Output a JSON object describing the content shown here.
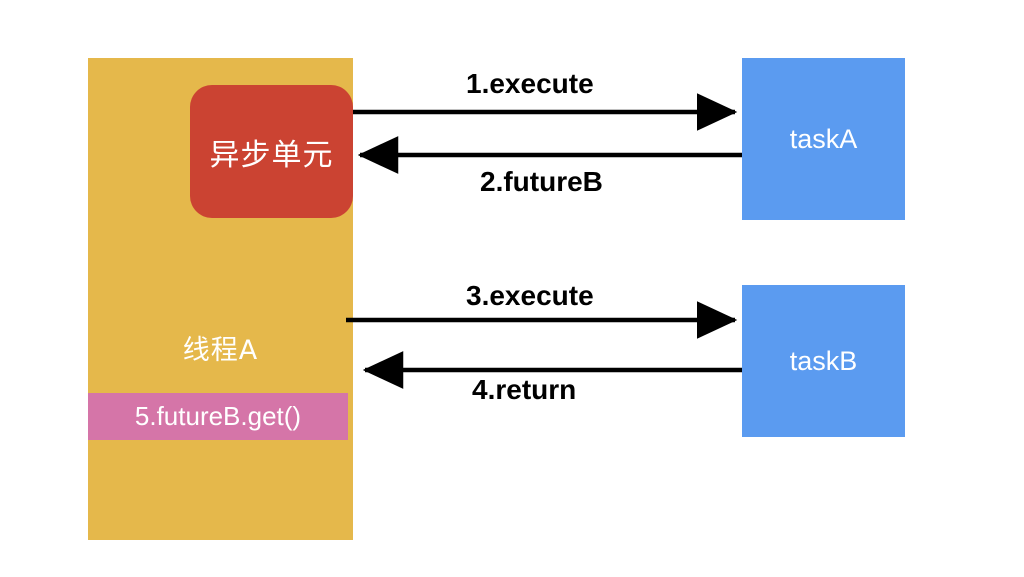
{
  "diagram": {
    "title": "async-future-sequence-diagram",
    "background": "#FFFFFF",
    "thread": {
      "label": "线程A",
      "color": "#E5B84B"
    },
    "async_unit": {
      "label": "异步单元",
      "color": "#CB4332",
      "text_color": "#FFFFFF"
    },
    "future_get": {
      "label": "5.futureB.get()",
      "color": "#D575A8",
      "text_color": "#FFFFFF"
    },
    "tasks": [
      {
        "label": "taskA",
        "color": "#5B9BF0",
        "text_color": "#FFFFFF"
      },
      {
        "label": "taskB",
        "color": "#5B9BF0",
        "text_color": "#FFFFFF"
      }
    ],
    "arrows": [
      {
        "label": "1.execute",
        "direction": "right",
        "from": "async-unit",
        "to": "taskA"
      },
      {
        "label": "2.futureB",
        "direction": "left",
        "from": "taskA",
        "to": "async-unit"
      },
      {
        "label": "3.execute",
        "direction": "right",
        "from": "thread-a",
        "to": "taskB"
      },
      {
        "label": "4.return",
        "direction": "left",
        "from": "taskB",
        "to": "thread-a"
      }
    ],
    "arrow_color": "#000000"
  }
}
